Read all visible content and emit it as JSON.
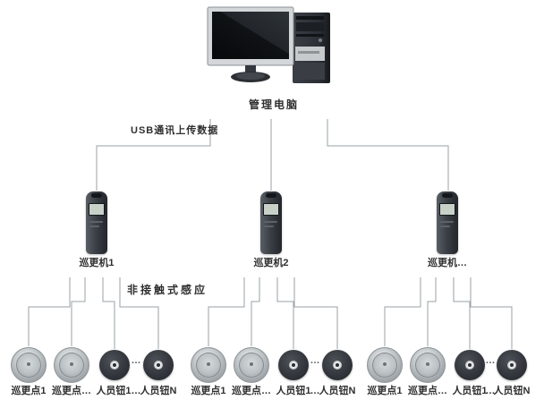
{
  "colors": {
    "background": "#ffffff",
    "wire": "#9aa0a6",
    "text": "#2f2f2f"
  },
  "computer": {
    "label": "管理电脑"
  },
  "annotations": {
    "usb": "USB通讯上传数据",
    "sensing": "非接触式感应"
  },
  "readers": [
    {
      "label": "巡更机1"
    },
    {
      "label": "巡更机2"
    },
    {
      "label": "巡更机…"
    }
  ],
  "groups": [
    {
      "point1_label": "巡更点1",
      "point2_label": "巡更点…",
      "button1_label": "人员钮1",
      "label_separator": "…",
      "button2_label": "人员钮N",
      "disc_separator": "…"
    },
    {
      "point1_label": "巡更点1",
      "point2_label": "巡更点…",
      "button1_label": "人员钮1",
      "label_separator": "…",
      "button2_label": "人员钮N",
      "disc_separator": "…"
    },
    {
      "point1_label": "巡更点1",
      "point2_label": "巡更点…",
      "button1_label": "人员钮1",
      "label_separator": "…",
      "button2_label": "人员钮N",
      "disc_separator": "…"
    }
  ]
}
